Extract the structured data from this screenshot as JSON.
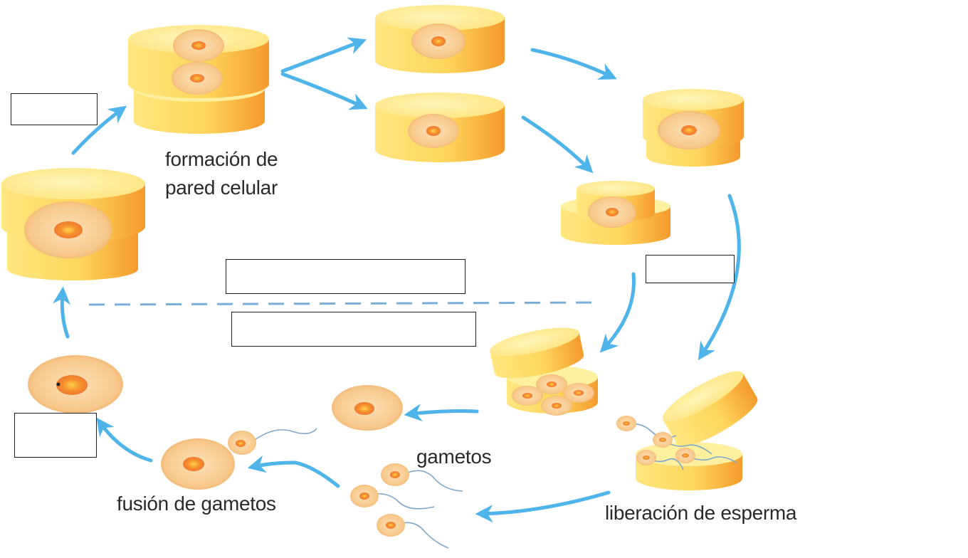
{
  "labels": {
    "wall_formation_line1": "formación de",
    "wall_formation_line2": "pared celular",
    "gametes": "gametos",
    "gamete_fusion": "fusión de gametos",
    "sperm_release": "liberación de esperma"
  },
  "colors": {
    "arrow": "#4fb4ea",
    "cyl_top": "#ffe98a",
    "cyl_side": "#ffd65c",
    "cyl_side_dark": "#f59a2a",
    "cell_outer": "#fbd49a",
    "cell_nucleus": "#f47a30",
    "dashed_line": "#7aaed6",
    "flagellum": "#7fa7c9"
  }
}
